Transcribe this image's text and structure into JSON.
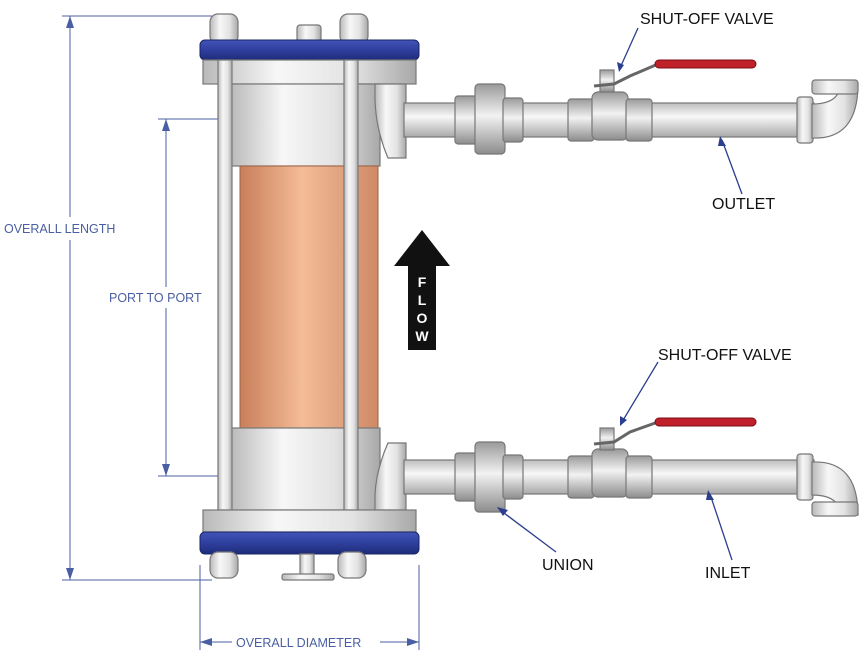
{
  "dimensions": {
    "overall_length": "OVERALL LENGTH",
    "port_to_port": "PORT TO PORT",
    "overall_diameter": "OVERALL DIAMETER"
  },
  "callouts": {
    "outlet_valve": "SHUT-OFF VALVE",
    "inlet_valve": "SHUT-OFF VALVE",
    "outlet": "OUTLET",
    "inlet": "INLET",
    "union": "UNION"
  },
  "flow": {
    "letters": [
      "F",
      "L",
      "O",
      "W"
    ]
  },
  "colors": {
    "flange": "#2f3f9e",
    "media": "#e8a47c",
    "handle": "#c0202a",
    "dimension": "#4a5fa3",
    "arrow": "#111111"
  }
}
